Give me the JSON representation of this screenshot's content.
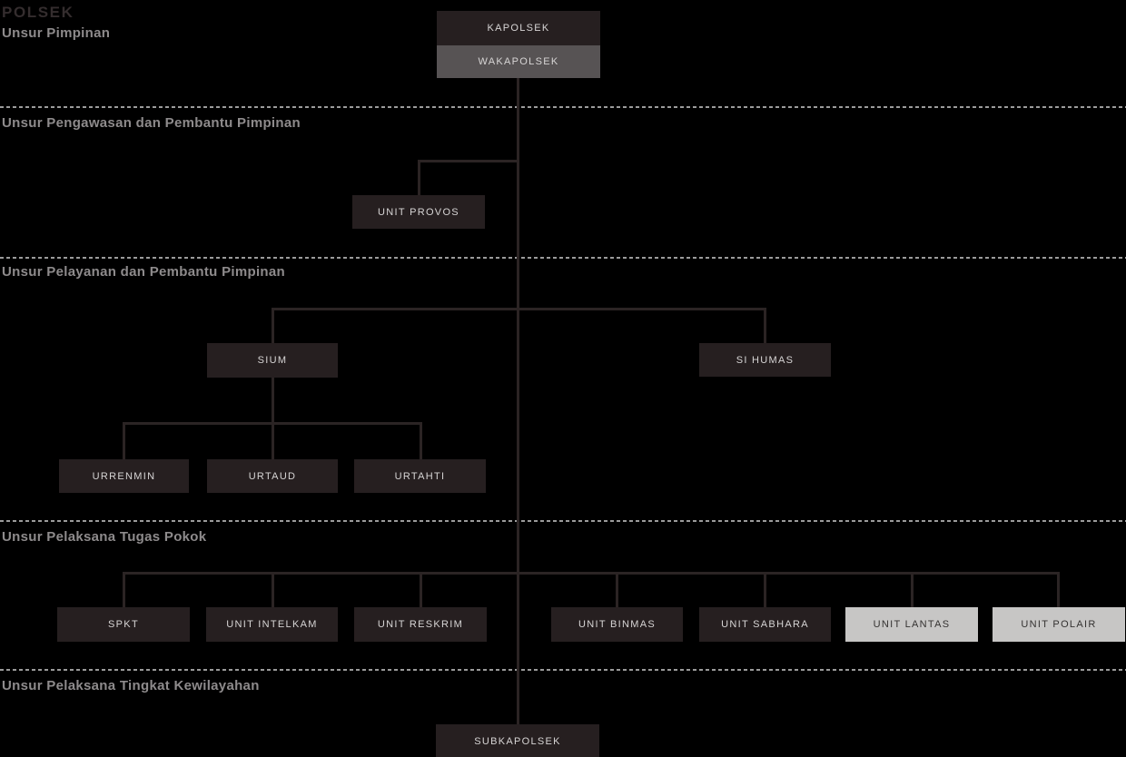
{
  "page": {
    "title": "POLSEK",
    "type": "organizational-structure-diagram"
  },
  "sections": [
    {
      "label": "Unsur Pimpinan"
    },
    {
      "label": "Unsur Pengawasan dan Pembantu Pimpinan"
    },
    {
      "label": "Unsur Pelayanan dan Pembantu Pimpinan"
    },
    {
      "label": "Unsur Pelaksana Tugas Pokok"
    },
    {
      "label": "Unsur Pelaksana Tingkat Kewilayahan"
    }
  ],
  "nodes": {
    "kapolsek": "KAPOLSEK",
    "wakapolsek": "WAKAPOLSEK",
    "unit_provos": "UNIT PROVOS",
    "sium": "SIUM",
    "si_humas": "SI HUMAS",
    "urrenmin": "URRENMIN",
    "urtaud": "URTAUD",
    "urtahti": "URTAHTI",
    "spkt": "SPKT",
    "unit_intelkam": "UNIT INTELKAM",
    "unit_reskrim": "UNIT RESKRIM",
    "unit_binmas": "UNIT BINMAS",
    "unit_sabhara": "UNIT SABHARA",
    "unit_lantas": "UNIT LANTAS",
    "unit_polair": "UNIT POLAIR",
    "subkapolsek": "SUBKAPOLSEK"
  },
  "hierarchy": {
    "root": "KAPOLSEK",
    "deputy": "WAKAPOLSEK",
    "children_of_root": [
      "UNIT PROVOS",
      "SIUM",
      "SI HUMAS",
      "SPKT",
      "UNIT INTELKAM",
      "UNIT RESKRIM",
      "UNIT BINMAS",
      "UNIT SABHARA",
      "UNIT LANTAS",
      "UNIT POLAIR",
      "SUBKAPOLSEK"
    ],
    "children_of_sium": [
      "URRENMIN",
      "URTAUD",
      "URTAHTI"
    ],
    "highlighted_light_nodes": [
      "UNIT LANTAS",
      "UNIT POLAIR"
    ]
  },
  "colors": {
    "bg": "#000000",
    "line": "#2b2424",
    "dash": "#9b9b9b",
    "title": "#342d2e",
    "heading": "#8e8b8c",
    "node_dark": "#261f20",
    "node_dark_text": "#d7d5d5",
    "node_gray": "#575354",
    "node_light": "#c7c6c5",
    "node_light_text": "#343231"
  }
}
